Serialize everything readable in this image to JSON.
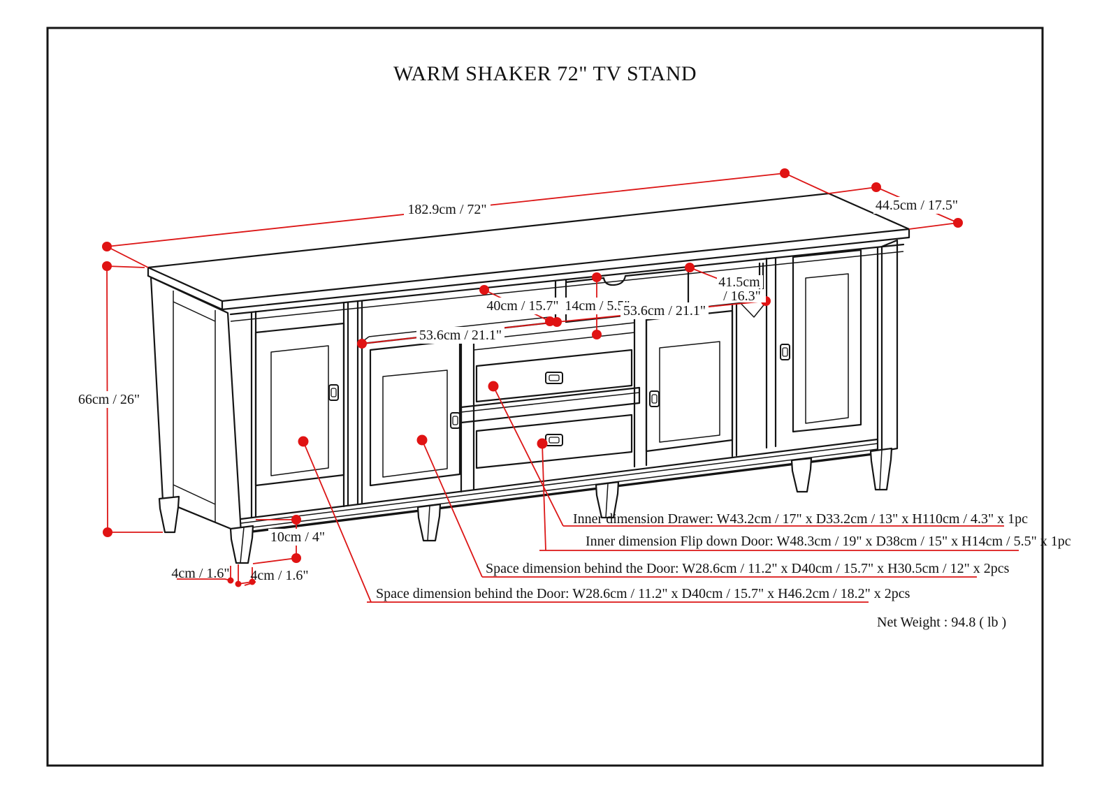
{
  "page": {
    "title": "WARM SHAKER 72\" TV STAND",
    "net_weight": "Net Weight : 94.8 ( lb )"
  },
  "dimensions": {
    "overall_width": "182.9cm / 72\"",
    "overall_depth": "44.5cm / 17.5\"",
    "overall_height": "66cm / 26\"",
    "shelf_depth": "40cm / 15.7\"",
    "opening_height": "14cm / 5.5\"",
    "opening_width_left": "53.6cm / 21.1\"",
    "opening_width_right": "53.6cm / 21.1\"",
    "right_shelf_depth_cm": "41.5cm",
    "right_shelf_depth_in": "/ 16.3\"",
    "leg_height": "10cm / 4\"",
    "leg_width_front": "4cm / 1.6\"",
    "leg_width_side": "4cm / 1.6\""
  },
  "annotations": {
    "drawer": "Inner dimension Drawer: W43.2cm / 17\" x D33.2cm / 13\" x H110cm / 4.3\" x 1pc",
    "flip_down_door": "Inner dimension Flip down Door: W48.3cm / 19\" x D38cm / 15\" x H14cm / 5.5\" x 1pc",
    "space_behind_door_upper": "Space dimension behind the Door: W28.6cm / 11.2\" x D40cm / 15.7\" x H30.5cm / 12\" x 2pcs",
    "space_behind_door_lower": "Space dimension behind the Door:  W28.6cm / 11.2\" x D40cm / 15.7\" x H46.2cm / 18.2\" x 2pcs"
  },
  "colors": {
    "ink": "#141414",
    "dimension_red": "#dc1616",
    "background": "#ffffff"
  }
}
